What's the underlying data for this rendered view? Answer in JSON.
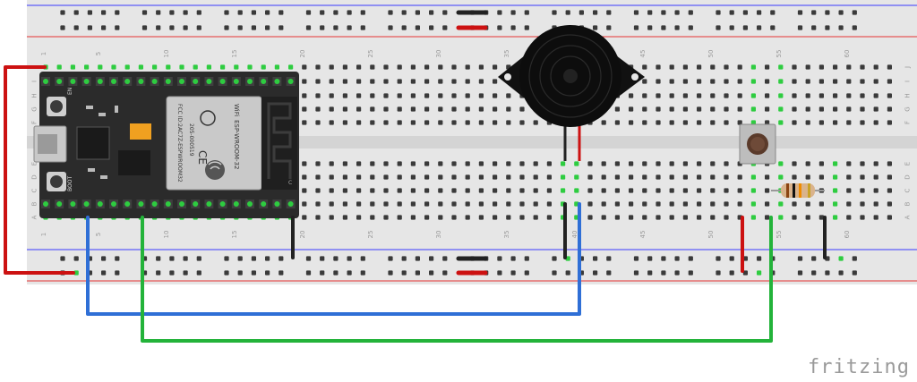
{
  "breadboard": {
    "columns": 63,
    "column_number_labels": [
      "1",
      "5",
      "10",
      "15",
      "20",
      "25",
      "30",
      "35",
      "40",
      "45",
      "50",
      "55",
      "60"
    ],
    "row_letters_top": [
      "J",
      "I",
      "H",
      "G",
      "F"
    ],
    "row_letters_bottom": [
      "E",
      "D",
      "C",
      "B",
      "A"
    ]
  },
  "esp32": {
    "module_brand": "WiFi",
    "module_model": "ESP-WROOM-32",
    "cert_id": "205-000519",
    "fcc_line": "FCC ID:2AC7Z-ESPWROOM32",
    "ce_mark": "CE",
    "antenna_mark": "C",
    "button_en": "EN",
    "button_boot": "BOOT"
  },
  "components": {
    "buzzer": "piezo-buzzer",
    "button": "push-button",
    "resistor": "resistor"
  },
  "wire_colors": {
    "power": "#cc1111",
    "ground": "#222222",
    "signal_buzzer": "#2f6fd6",
    "signal_button": "#23b33a"
  },
  "brand": {
    "credit": "fritzing"
  }
}
